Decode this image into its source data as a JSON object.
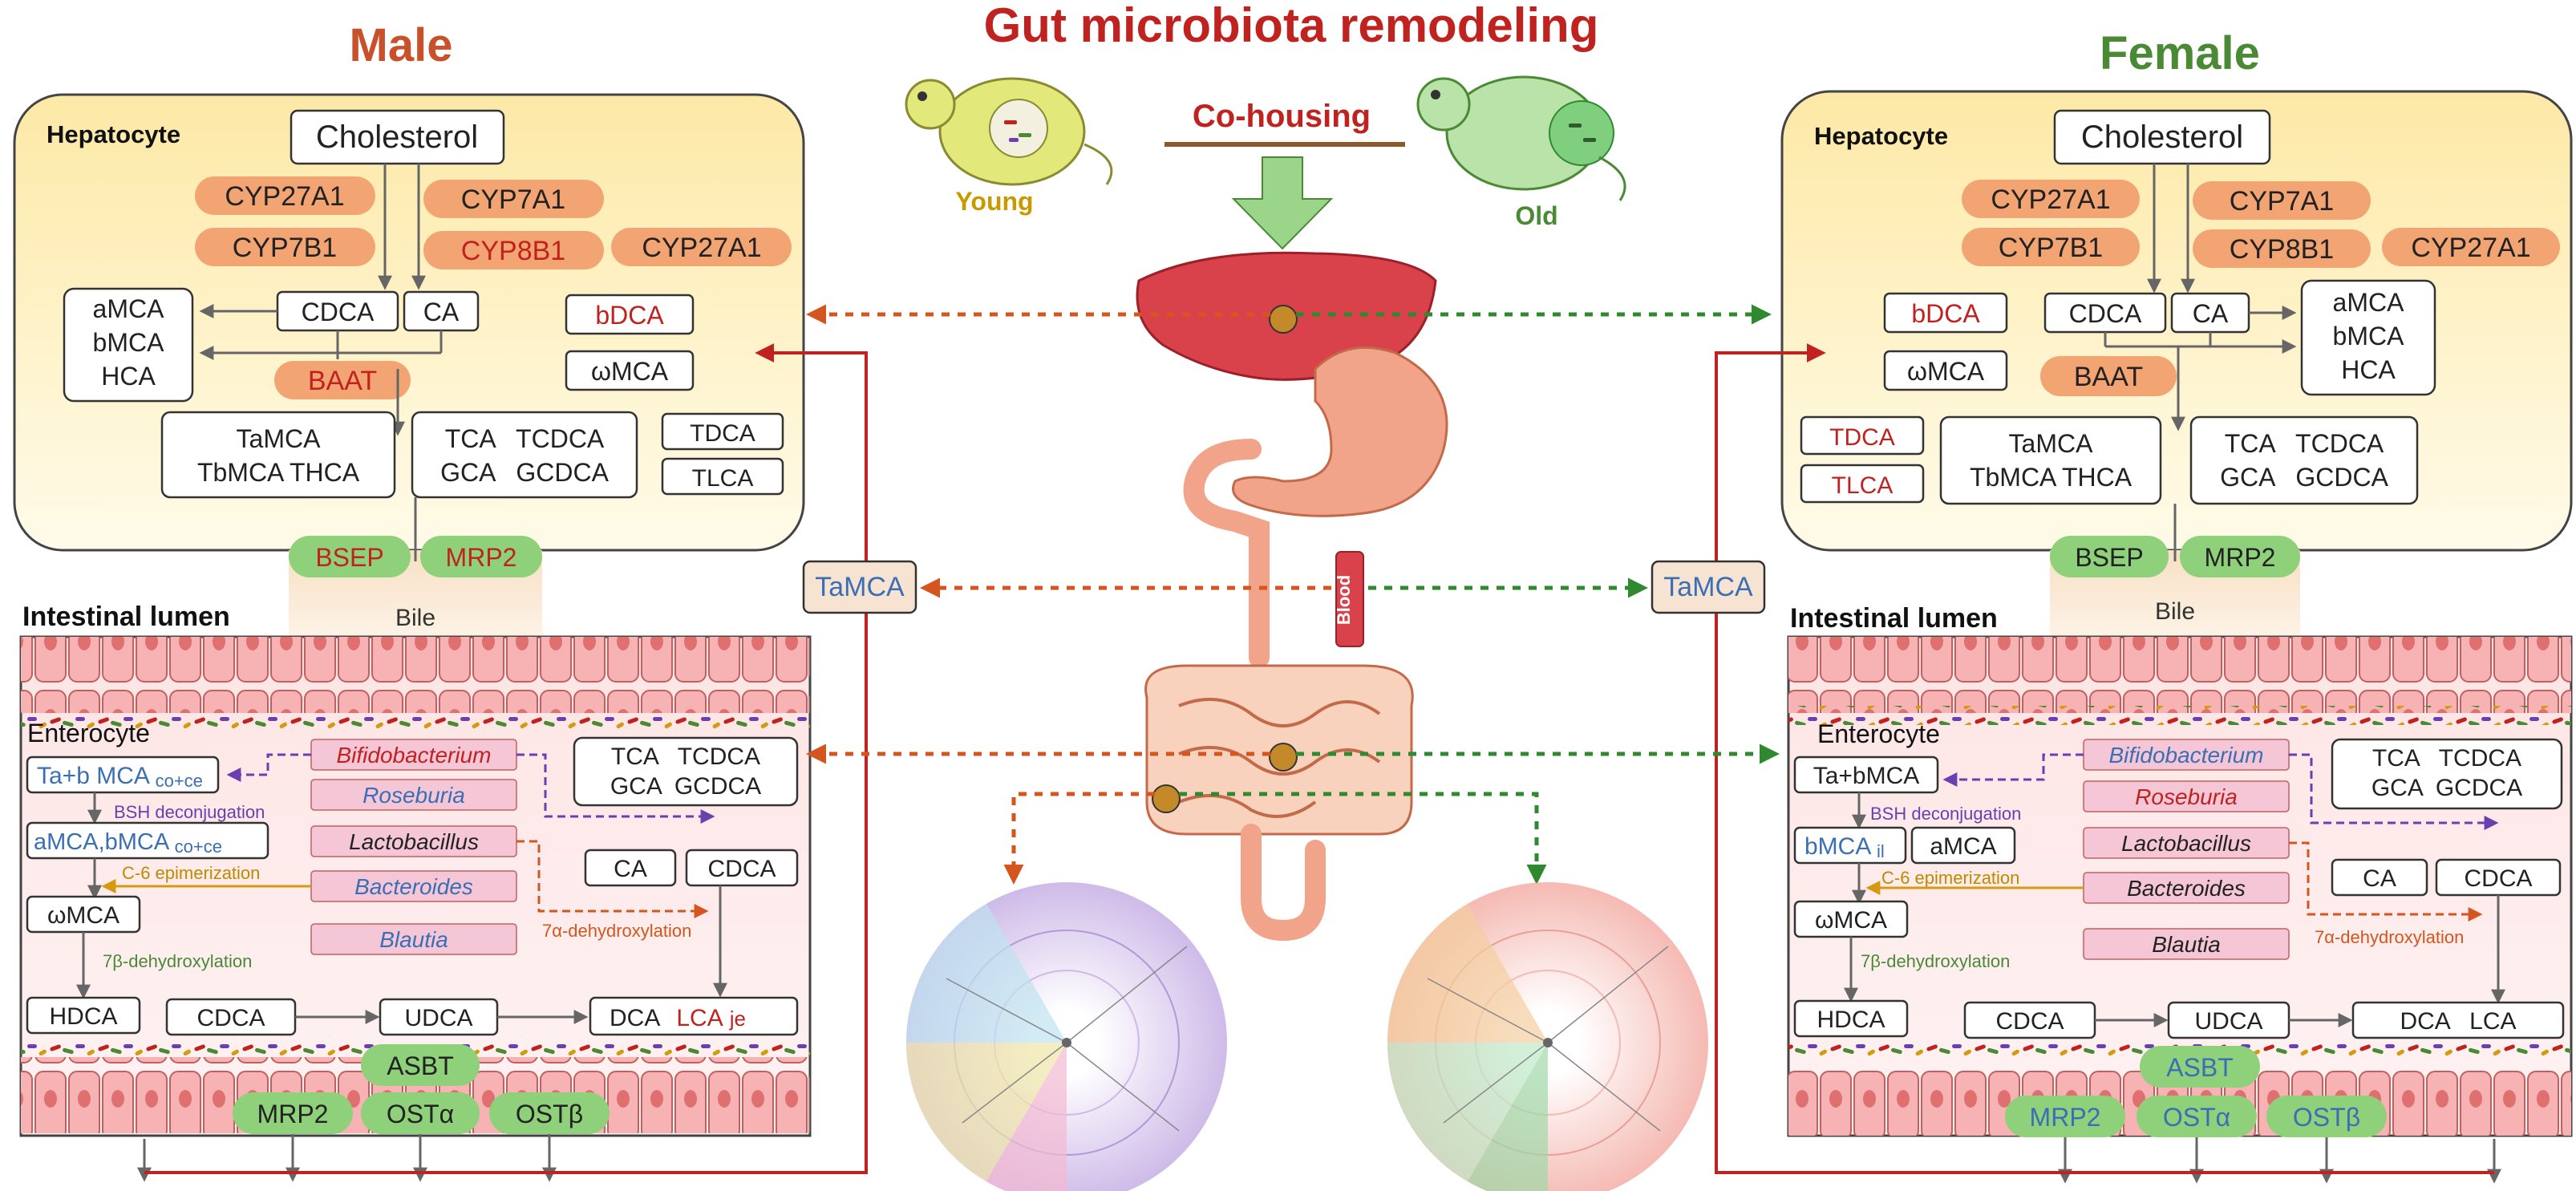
{
  "title": "Gut microbiota remodeling",
  "center": {
    "cohousing": "Co-housing",
    "young": "Young",
    "old": "Old",
    "blood": "Blood",
    "tamca": "TaMCA"
  },
  "male": {
    "title": "Male",
    "hepatocyte": "Hepatocyte",
    "cholesterol": "Cholesterol",
    "enzymes": [
      {
        "text": "CYP27A1",
        "color": "#222222"
      },
      {
        "text": "CYP7A1",
        "color": "#222222"
      },
      {
        "text": "CYP7B1",
        "color": "#222222"
      },
      {
        "text": "CYP8B1",
        "color": "#c0231f"
      },
      {
        "text": "CYP27A1",
        "color": "#222222"
      }
    ],
    "mca_group": [
      "aMCA",
      "bMCA",
      "HCA"
    ],
    "cdca": "CDCA",
    "ca": "CA",
    "bdca": "bDCA",
    "wmca": "ωMCA",
    "baat": "BAAT",
    "conj_mca": [
      "TaMCA",
      "TbMCA THCA"
    ],
    "conj_tca": [
      "TCA   TCDCA",
      "GCA   GCDCA"
    ],
    "tdca": "TDCA",
    "tlca": "TLCA",
    "bsep": "BSEP",
    "mrp2": "MRP2",
    "bile": "Bile",
    "intestinal_lumen": "Intestinal lumen",
    "enterocyte": "Enterocyte",
    "tab_mca": "Ta+b MCA",
    "tab_sub": "co+ce",
    "amca_bmca": "aMCA,bMCA",
    "amca_sub": "co+ce",
    "bsh": "BSH deconjugation",
    "c6": "C-6 epimerization",
    "wmca2": "ωMCA",
    "dehydrox7b": "7β-dehydroxylation",
    "hdca": "HDCA",
    "bacteria": [
      {
        "text": "Bifidobacterium",
        "color": "#c0231f"
      },
      {
        "text": "Roseburia",
        "color": "#3a6fb5"
      },
      {
        "text": "Lactobacillus",
        "color": "#222222"
      },
      {
        "text": "Bacteroides",
        "color": "#3a6fb5"
      },
      {
        "text": "Blautia",
        "color": "#3a6fb5"
      }
    ],
    "tca_box": [
      "TCA   TCDCA",
      "GCA  GCDCA"
    ],
    "ca2": "CA",
    "cdca2": "CDCA",
    "dehydrox7a": "7α-dehydroxylation",
    "cdca3": "CDCA",
    "udca": "UDCA",
    "dca": "DCA",
    "lca": "LCA",
    "lca_sub": "je",
    "asbt": "ASBT",
    "mrp2b": "MRP2",
    "osta": "OSTα",
    "ostb": "OSTβ"
  },
  "female": {
    "title": "Female",
    "hepatocyte": "Hepatocyte",
    "cholesterol": "Cholesterol",
    "enzymes": [
      {
        "text": "CYP27A1",
        "color": "#222222"
      },
      {
        "text": "CYP7A1",
        "color": "#222222"
      },
      {
        "text": "CYP7B1",
        "color": "#222222"
      },
      {
        "text": "CYP8B1",
        "color": "#222222"
      },
      {
        "text": "CYP27A1",
        "color": "#222222"
      }
    ],
    "bdca": "bDCA",
    "wmca": "ωMCA",
    "cdca": "CDCA",
    "ca": "CA",
    "mca_group": [
      "aMCA",
      "bMCA",
      "HCA"
    ],
    "baat": "BAAT",
    "tdca": "TDCA",
    "tlca": "TLCA",
    "conj_mca": [
      "TaMCA",
      "TbMCA THCA"
    ],
    "conj_tca": [
      "TCA   TCDCA",
      "GCA   GCDCA"
    ],
    "bsep": "BSEP",
    "mrp2": "MRP2",
    "bile": "Bile",
    "intestinal_lumen": "Intestinal lumen",
    "enterocyte": "Enterocyte",
    "tab_mca": "Ta+bMCA",
    "bsh": "BSH deconjugation",
    "bmca": "bMCA",
    "bmca_sub": "il",
    "amca": "aMCA",
    "c6": "C-6 epimerization",
    "wmca2": "ωMCA",
    "dehydrox7b": "7β-dehydroxylation",
    "hdca": "HDCA",
    "bacteria": [
      {
        "text": "Bifidobacterium",
        "color": "#3a6fb5"
      },
      {
        "text": "Roseburia",
        "color": "#c0231f"
      },
      {
        "text": "Lactobacillus",
        "color": "#222222"
      },
      {
        "text": "Bacteroides",
        "color": "#222222"
      },
      {
        "text": "Blautia",
        "color": "#222222"
      }
    ],
    "tca_box": [
      "TCA   TCDCA",
      "GCA  GCDCA"
    ],
    "ca2": "CA",
    "cdca2": "CDCA",
    "dehydrox7a": "7α-dehydroxylation",
    "cdca3": "CDCA",
    "udca": "UDCA",
    "dca_lca": "DCA   LCA",
    "asbt": "ASBT",
    "mrp2b": "MRP2",
    "osta": "OSTα",
    "ostb": "OSTβ"
  },
  "colors": {
    "male_title": "#c8502a",
    "female_title": "#4a8a35",
    "main_title": "#c0231f",
    "enzyme_fill": "#f3a473",
    "transporter_fill": "#8fd07a",
    "bacteria_fill": "#f5c6d6",
    "hepatocyte_fill": "#fdf0c4",
    "male_arrow": "#d4561e",
    "female_arrow": "#2f8a2f",
    "blue_text": "#3a6fb5",
    "red_text": "#c0231f"
  }
}
